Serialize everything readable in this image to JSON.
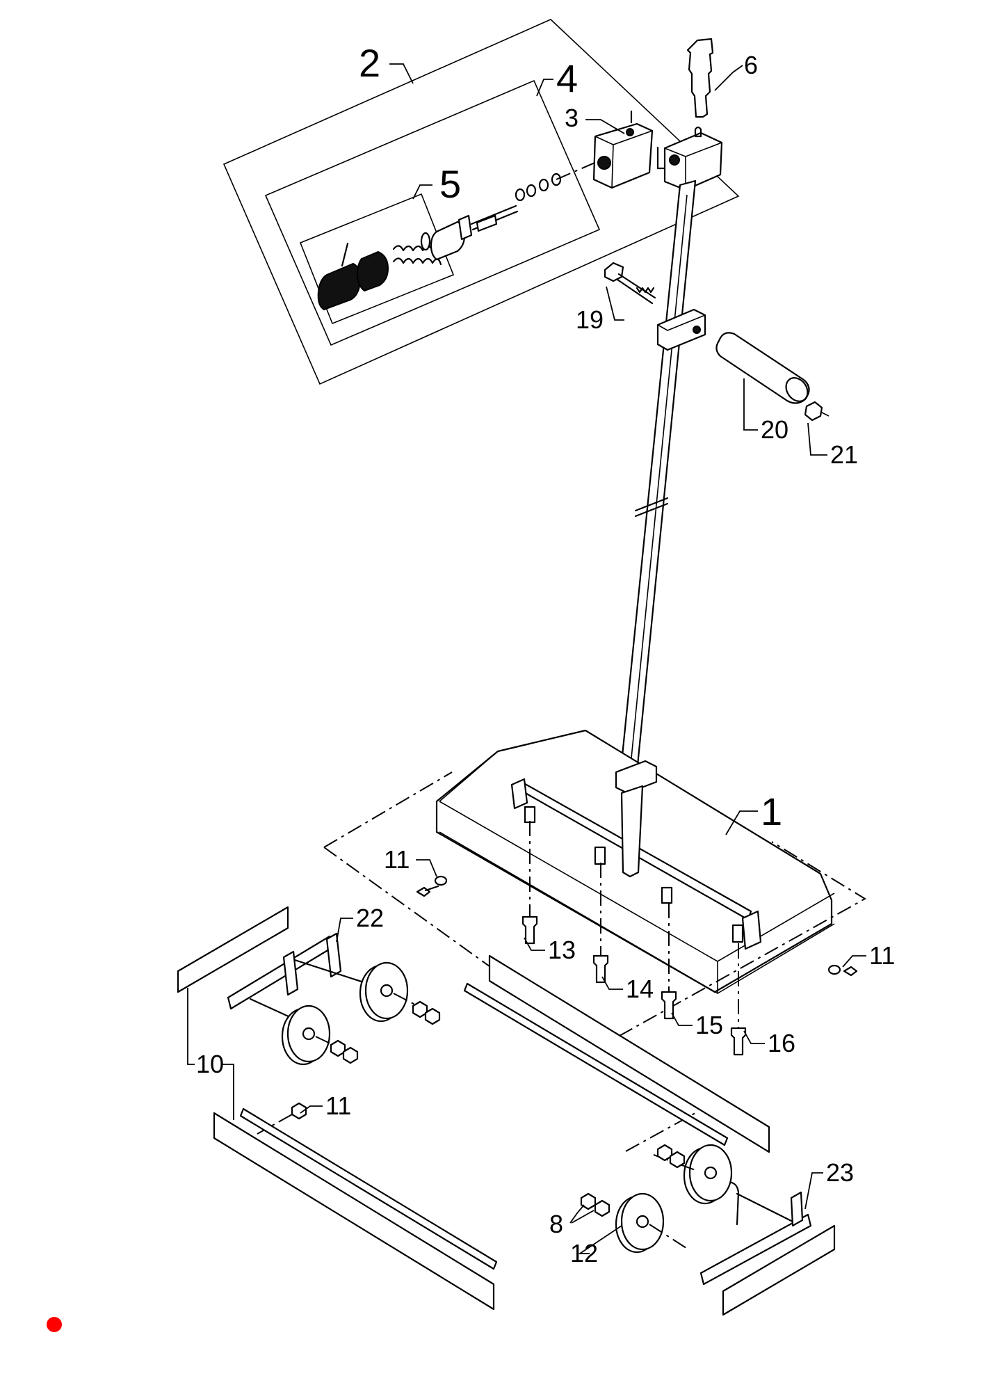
{
  "diagram": {
    "callouts": {
      "c1": "1",
      "c2": "2",
      "c3": "3",
      "c4": "4",
      "c5": "5",
      "c6": "6",
      "c8": "8",
      "c10": "10",
      "c11a": "11",
      "c11b": "11",
      "c11c": "11",
      "c12": "12",
      "c13": "13",
      "c14": "14",
      "c15": "15",
      "c16": "16",
      "c19": "19",
      "c20": "20",
      "c21": "21",
      "c22": "22",
      "c23": "23"
    },
    "marker_color": "#ff0000"
  }
}
